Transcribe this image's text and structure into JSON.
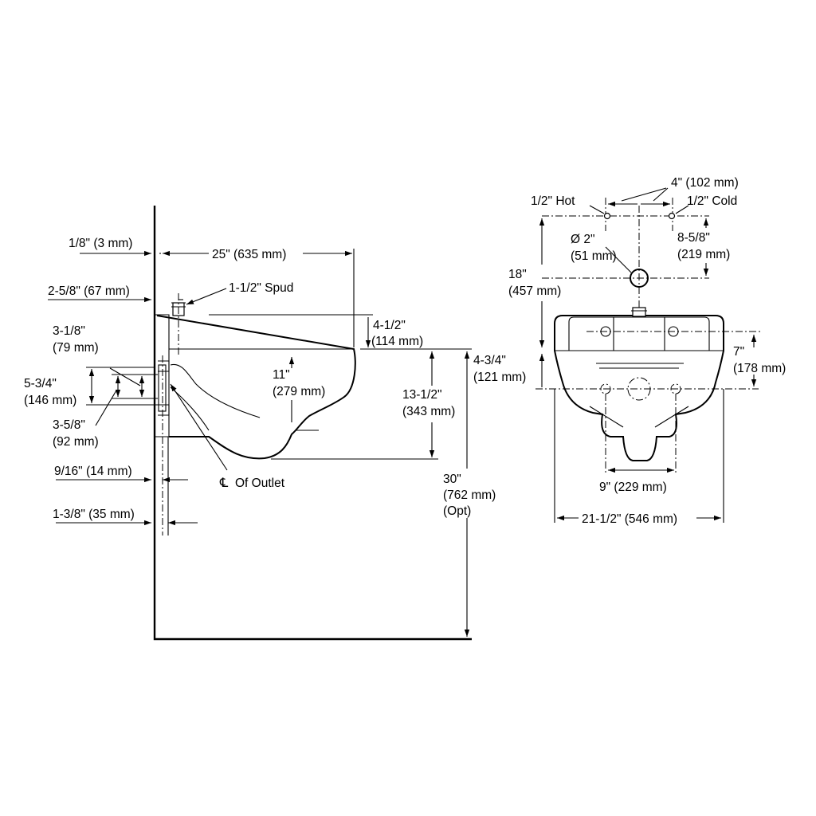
{
  "side_view": {
    "wall_offset": "1/8\" (3 mm)",
    "depth": "25\" (635 mm)",
    "spud_offset": "2-5/8\" (67 mm)",
    "spud": "1-1/2\" Spud",
    "top_height": "4-1/2\"",
    "top_height_mm": "(114 mm)",
    "rim_depth": "11\"",
    "rim_depth_mm": "(279 mm)",
    "bowl_height": "13-1/2\"",
    "bowl_height_mm": "(343 mm)",
    "bracket_a": "3-1/8\"",
    "bracket_a_mm": "(79 mm)",
    "bracket_span": "5-3/4\"",
    "bracket_span_mm": "(146 mm)",
    "bracket_b": "3-5/8\"",
    "bracket_b_mm": "(92 mm)",
    "outlet_offset": "9/16\" (14 mm)",
    "outlet": "Of Outlet",
    "hanger_offset": "1-3/8\" (35 mm)",
    "rim_to_inlet": "4-3/4\"",
    "rim_to_inlet_mm": "(121 mm)",
    "mount_height": "30\"",
    "mount_height_mm": "(762 mm)",
    "mount_height_note": "(Opt)"
  },
  "front_view": {
    "supply_spacing": "4\" (102 mm)",
    "hot": "1/2\" Hot",
    "cold": "1/2\" Cold",
    "inlet_dia": "Ø 2\"",
    "inlet_dia_mm": "(51 mm)",
    "supply_height": "8-5/8\"",
    "supply_height_mm": "(219 mm)",
    "overall_height": "18\"",
    "overall_height_mm": "(457 mm)",
    "bolt_spacing_v": "7\"",
    "bolt_spacing_v_mm": "(178 mm)",
    "bolt_spacing_h": "9\" (229 mm)",
    "overall_width": "21-1/2\" (546 mm)"
  },
  "icons": {
    "centerline": "centerline-symbol"
  }
}
